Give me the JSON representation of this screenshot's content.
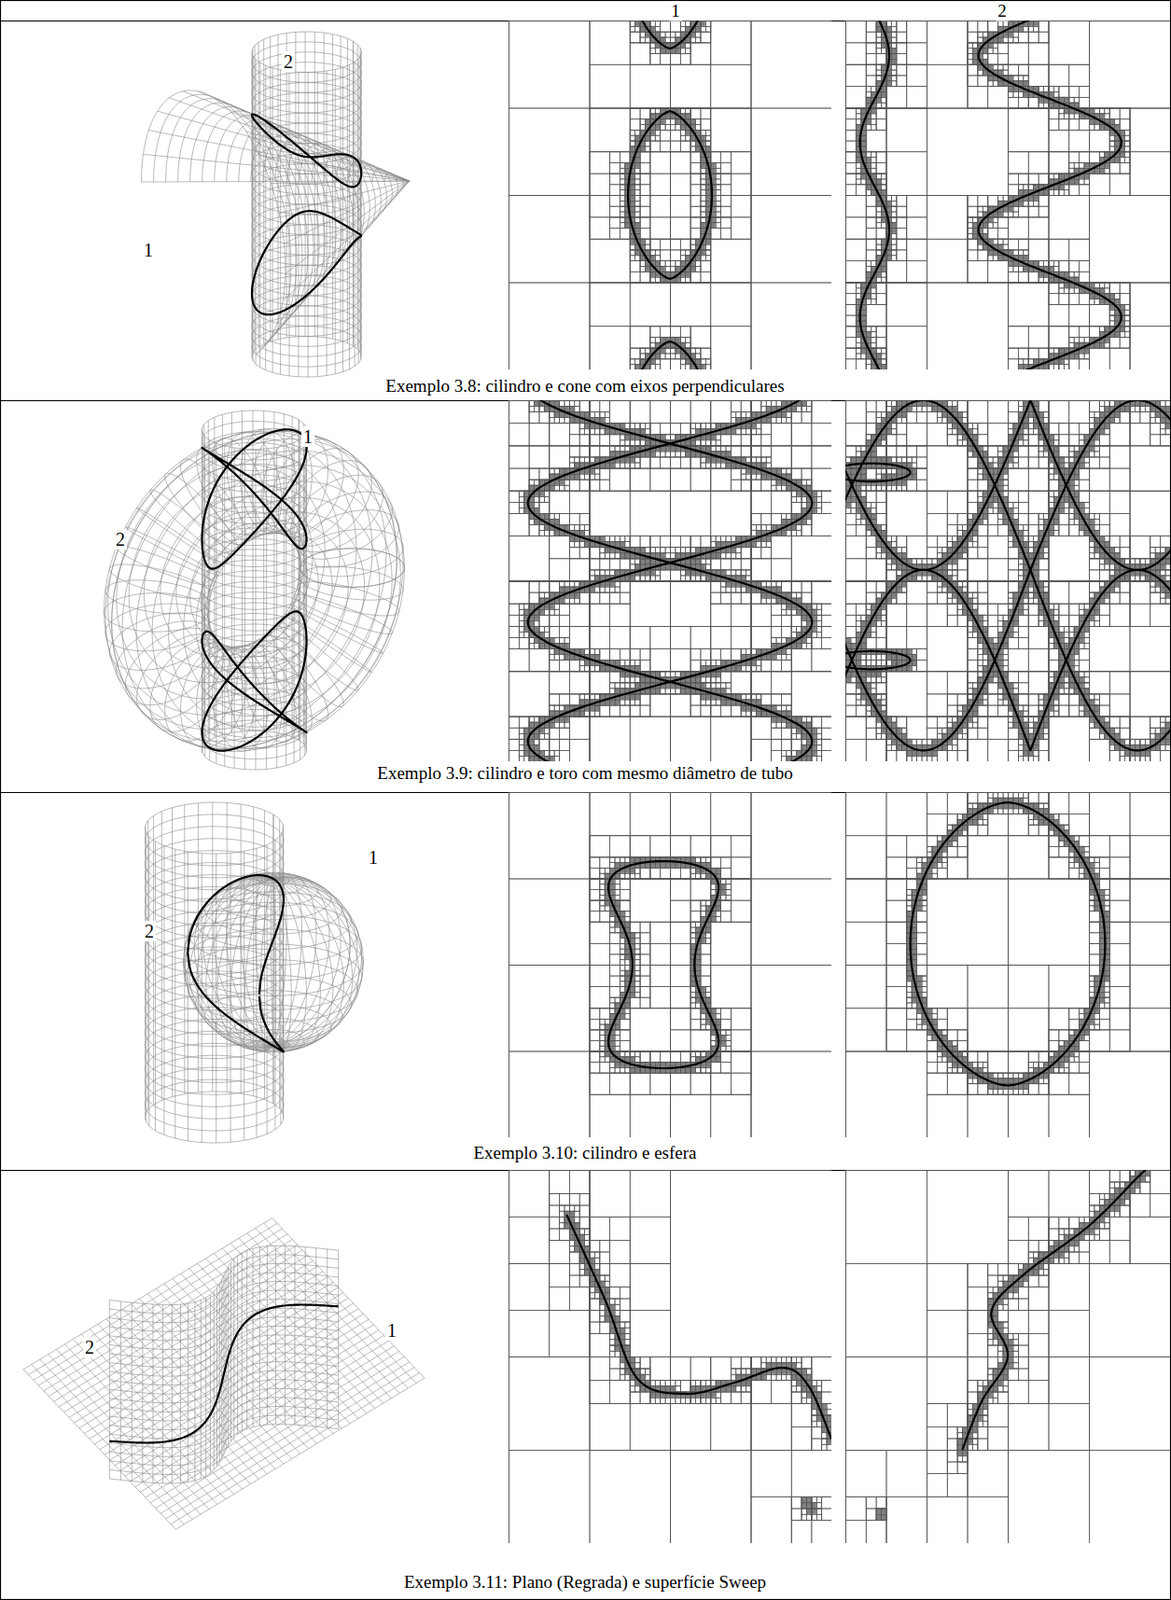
{
  "diagram": {
    "labels": [
      "1",
      "2",
      "2",
      "1",
      "Exemplo 3.8: cilindro e cone com eixos perpendiculares",
      "1",
      "2",
      "Exemplo 3.9: cilindro e toro com mesmo diâmetro de tubo",
      "1",
      "2",
      "Exemplo 3.10: cilindro e esfera",
      "1",
      "2",
      "Exemplo 3.11: Plano (Regrada) e superfície Sweep"
    ]
  }
}
